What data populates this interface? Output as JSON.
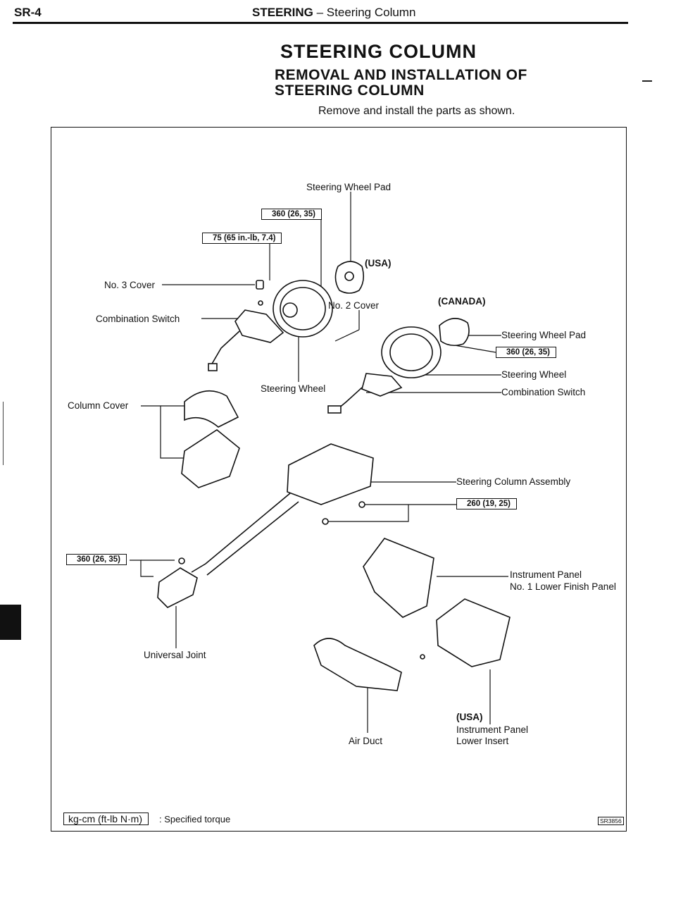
{
  "header": {
    "page_code": "SR-4",
    "section": "STEERING",
    "subsection": " – Steering Column"
  },
  "title": "STEERING COLUMN",
  "subtitle_line1": "REMOVAL AND INSTALLATION OF",
  "subtitle_line2": "STEERING COLUMN",
  "instruction": "Remove and install the parts as shown.",
  "diagram": {
    "labels": {
      "steering_wheel_pad_top": "Steering Wheel Pad",
      "usa": "(USA)",
      "canada": "(CANADA)",
      "no3_cover": "No. 3 Cover",
      "combination_switch_left": "Combination Switch",
      "no2_cover": "No. 2 Cover",
      "steering_wheel_pad_right": "Steering Wheel Pad",
      "steering_wheel_right": "Steering Wheel",
      "steering_wheel_center": "Steering Wheel",
      "combination_switch_right": "Combination Switch",
      "column_cover": "Column Cover",
      "steering_column_assembly": "Steering Column Assembly",
      "instrument_panel_no1_line1": "Instrument Panel",
      "instrument_panel_no1_line2": "No. 1 Lower Finish Panel",
      "universal_joint": "Universal Joint",
      "usa_bottom": "(USA)",
      "instrument_panel_insert_line1": "Instrument Panel",
      "instrument_panel_insert_line2": "Lower Insert",
      "air_duct": "Air Duct"
    },
    "torques": {
      "pad_top": "360 (26, 35)",
      "no3_cover": "75 (65 in.-lb, 7.4)",
      "pad_canada": "360 (26, 35)",
      "column_assembly": "260 (19, 25)",
      "universal_joint": "360 (26, 35)"
    },
    "legend": {
      "unit_box": "kg-cm (ft-lb N·m)",
      "description": ": Specified torque"
    },
    "figure_ref": "SR3856"
  }
}
